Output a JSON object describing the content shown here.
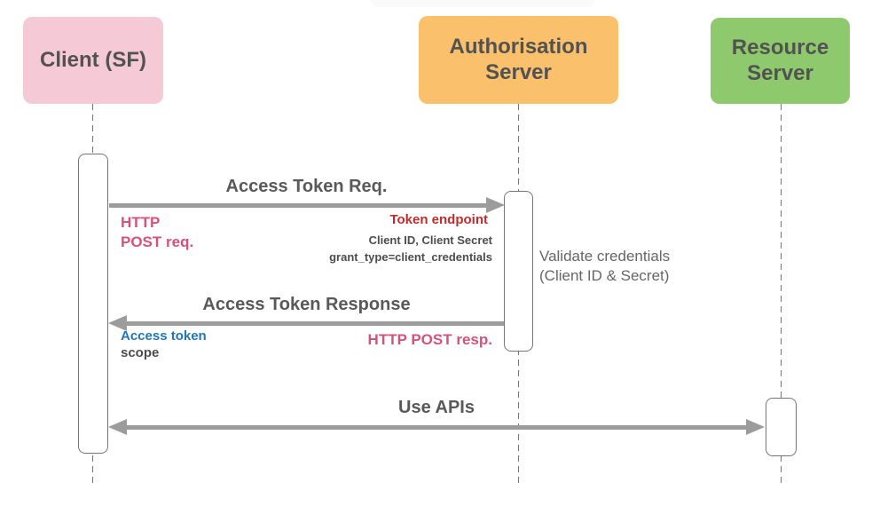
{
  "actors": [
    {
      "label": "Client (SF)",
      "fill": "#f6c9d6"
    },
    {
      "label": "Authorisation Server",
      "fill": "#fac06b"
    },
    {
      "label": "Resource Server",
      "fill": "#8fc96d"
    }
  ],
  "messages": [
    {
      "label": "Access Token Req.",
      "from": "Client (SF)",
      "to": "Authorisation Server",
      "direction": "right"
    },
    {
      "label": "Access Token Response",
      "from": "Authorisation Server",
      "to": "Client (SF)",
      "direction": "left"
    },
    {
      "label": "Use APIs",
      "from": "Client (SF)",
      "to": "Resource Server",
      "direction": "both"
    }
  ],
  "annotations": {
    "http_post_req": {
      "text": "HTTP\nPOST req.",
      "color": "#d5537a"
    },
    "token_endpoint": {
      "text": "Token endpoint",
      "color": "#c02b2b"
    },
    "request_params": {
      "text": "Client ID, Client Secret\ngrant_type=client_credentials",
      "color": "#4d4d4d"
    },
    "validate_note": {
      "text": "Validate credentials\n(Client ID & Secret)",
      "color": "#666666"
    },
    "access_token": {
      "text": "Access token",
      "color": "#2077b4"
    },
    "scope": {
      "text": "scope",
      "color": "#4d4d4d"
    },
    "http_post_resp": {
      "text": "HTTP POST resp.",
      "color": "#d5537a"
    }
  },
  "colors": {
    "arrow": "#9c9c9c",
    "lifeline": "#757575",
    "message_label": "#595959",
    "actor_text": "#525252"
  }
}
